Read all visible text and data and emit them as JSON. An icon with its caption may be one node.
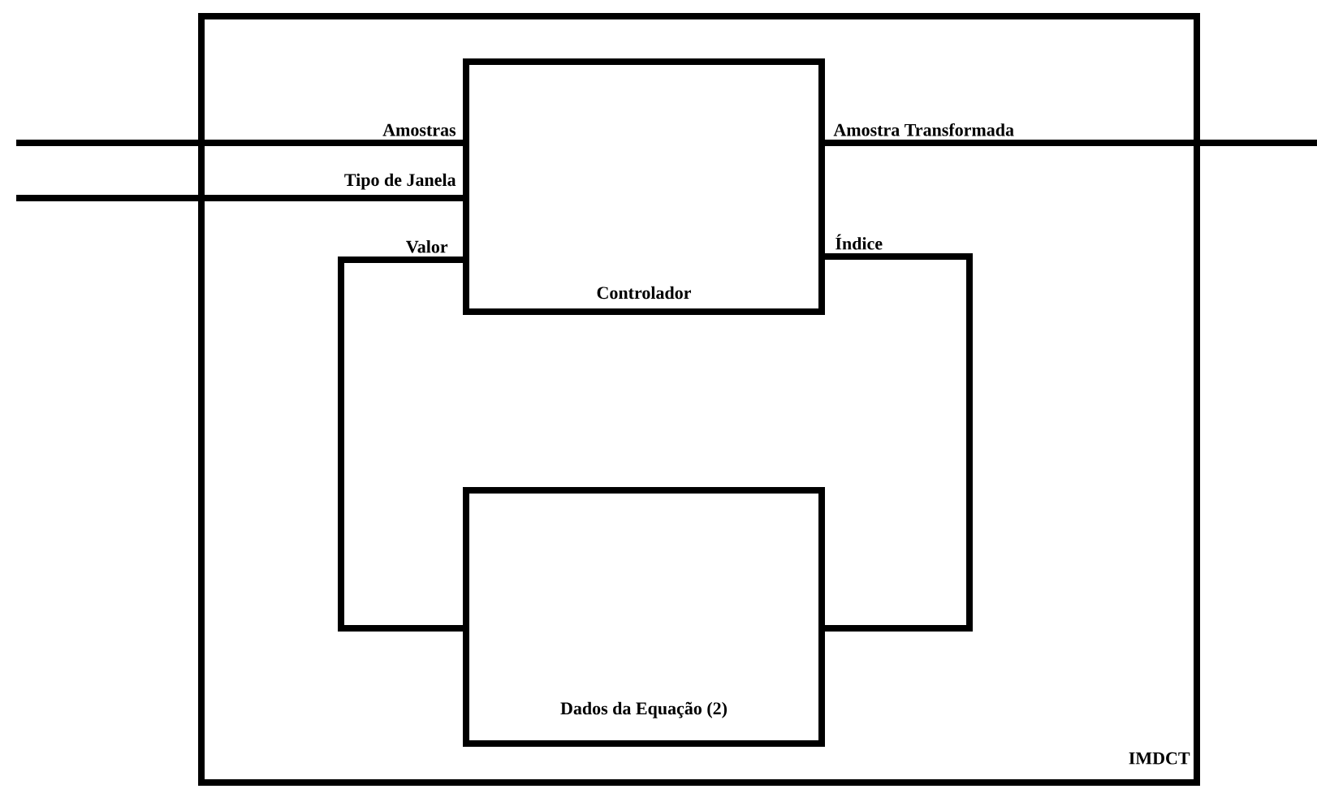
{
  "diagram": {
    "nodes": [
      {
        "text": [
          "IMDCT"
        ]
      },
      {
        "text": [
          "Controlador"
        ],
        "in": 0
      },
      {
        "text": [
          "Dados da Equação (2)"
        ],
        "in": 0
      }
    ],
    "edges": [
      {
        "from": null,
        "to": 1,
        "arrow": "none",
        "label": "Amostras"
      },
      {
        "from": null,
        "to": 1,
        "arrow": "none",
        "label": "Tipo de Janela"
      },
      {
        "from": 1,
        "to": null,
        "arrow": "none",
        "label": "Amostra Transformada"
      },
      {
        "from": 1,
        "to": 2,
        "arrow": "none",
        "label": "Valor"
      },
      {
        "from": 1,
        "to": 2,
        "arrow": "none",
        "label": "Índice"
      }
    ]
  }
}
